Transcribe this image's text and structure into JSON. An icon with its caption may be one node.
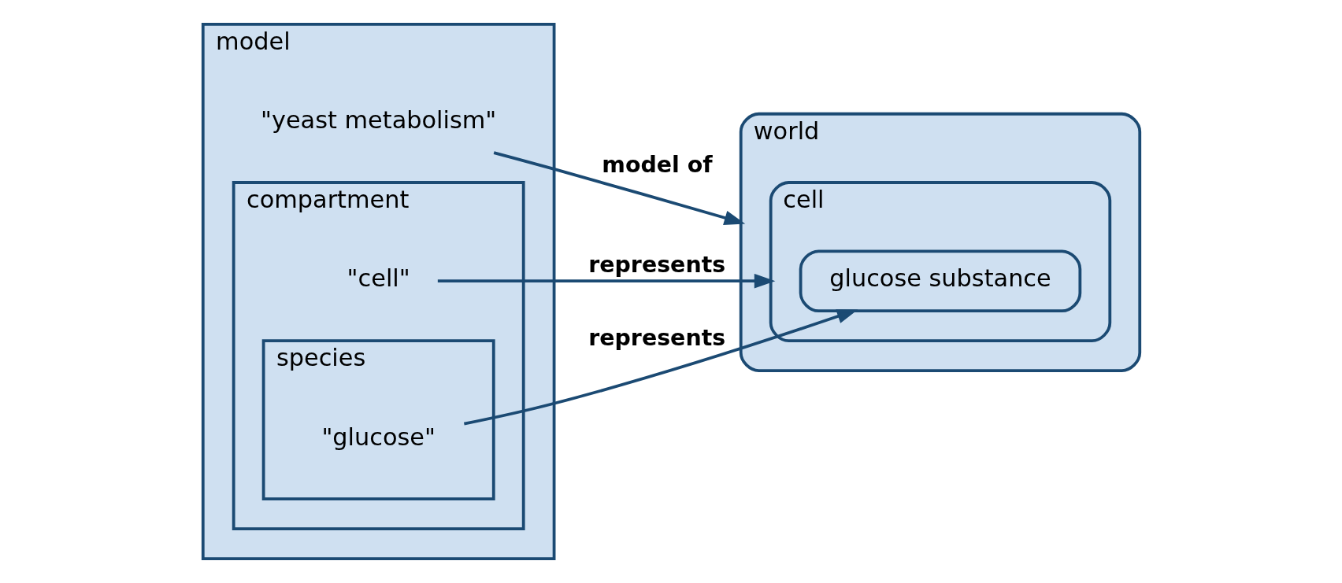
{
  "diagram": {
    "nodes": [
      {
        "text": [
          "model"
        ]
      },
      {
        "text": [
          "\"yeast metabolism\""
        ],
        "in": 0
      },
      {
        "text": [
          "compartment"
        ],
        "in": 0
      },
      {
        "text": [
          "\"cell\""
        ],
        "in": 2
      },
      {
        "text": [
          "species"
        ],
        "in": 2
      },
      {
        "text": [
          "\"glucose\""
        ],
        "in": 4
      },
      {
        "text": [
          "world"
        ]
      },
      {
        "text": [
          "cell"
        ],
        "in": 6
      },
      {
        "text": [
          "glucose substance"
        ],
        "in": 7
      }
    ],
    "edges": [
      {
        "from": 1,
        "to": 6,
        "arrow": "to",
        "label": "model of"
      },
      {
        "from": 3,
        "to": 7,
        "arrow": "to",
        "label": "represents"
      },
      {
        "from": 5,
        "to": 8,
        "arrow": "to",
        "label": "represents"
      }
    ]
  }
}
